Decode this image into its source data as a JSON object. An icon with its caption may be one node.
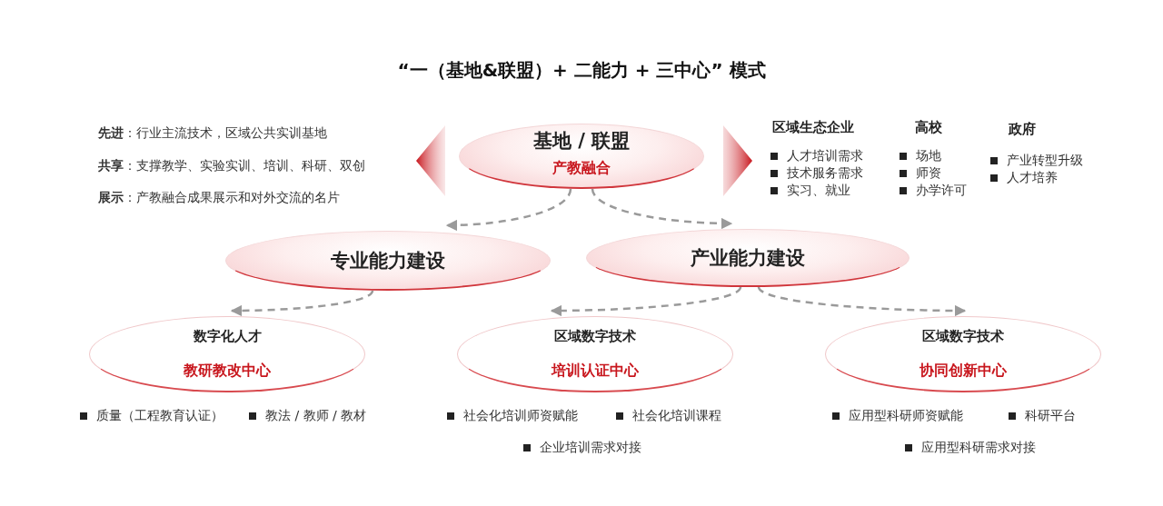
{
  "diagram": {
    "title": "“一（基地&联盟）+ 二能力 + 三中心” 模式",
    "nodes": [
      {
        "text": [
          "**先进**：行业主流技术，区域公共实训基地",
          "**共享**：支撑教学、实验实训、培训、科研、双创",
          "**展示**：产教融合成果展示和对外交流的名片"
        ]
      },
      {
        "text": [
          "基地 / 联盟",
          "产教融合"
        ]
      },
      {
        "text": [
          "区域生态企业",
          "高校",
          "政府",
          "人才培训需求",
          "技术服务需求",
          "实习、就业",
          "场地",
          "师资",
          "办学许可",
          "产业转型升级",
          "人才培养"
        ]
      },
      {
        "text": [
          "专业能力建设"
        ]
      },
      {
        "text": [
          "产业能力建设"
        ]
      },
      {
        "text": [
          "数字化人才",
          "教研教改中心"
        ]
      },
      {
        "text": [
          "区域数字技术",
          "培训认证中心"
        ]
      },
      {
        "text": [
          "区域数字技术",
          "协同创新中心"
        ]
      }
    ],
    "edges": [
      {
        "from": 1,
        "to": 0,
        "arrow": "to",
        "color": "#c8161d"
      },
      {
        "from": 1,
        "to": 2,
        "arrow": "to",
        "color": "#c8161d"
      },
      {
        "from": 1,
        "to": 3,
        "arrow": "to",
        "style": "dashed"
      },
      {
        "from": 1,
        "to": 4,
        "arrow": "to",
        "style": "dashed"
      },
      {
        "from": 3,
        "to": 5,
        "arrow": "to",
        "style": "dashed"
      },
      {
        "from": 4,
        "to": 6,
        "arrow": "to",
        "style": "dashed"
      },
      {
        "from": 4,
        "to": 7,
        "arrow": "to",
        "style": "dashed"
      }
    ],
    "labels": [
      "质量（工程教育认证）",
      "教法 / 教师 / 教材",
      "社会化培训师资赋能",
      "社会化培训课程",
      "企业培训需求对接",
      "应用型科研师资赋能",
      "科研平台",
      "应用型科研需求对接"
    ]
  }
}
